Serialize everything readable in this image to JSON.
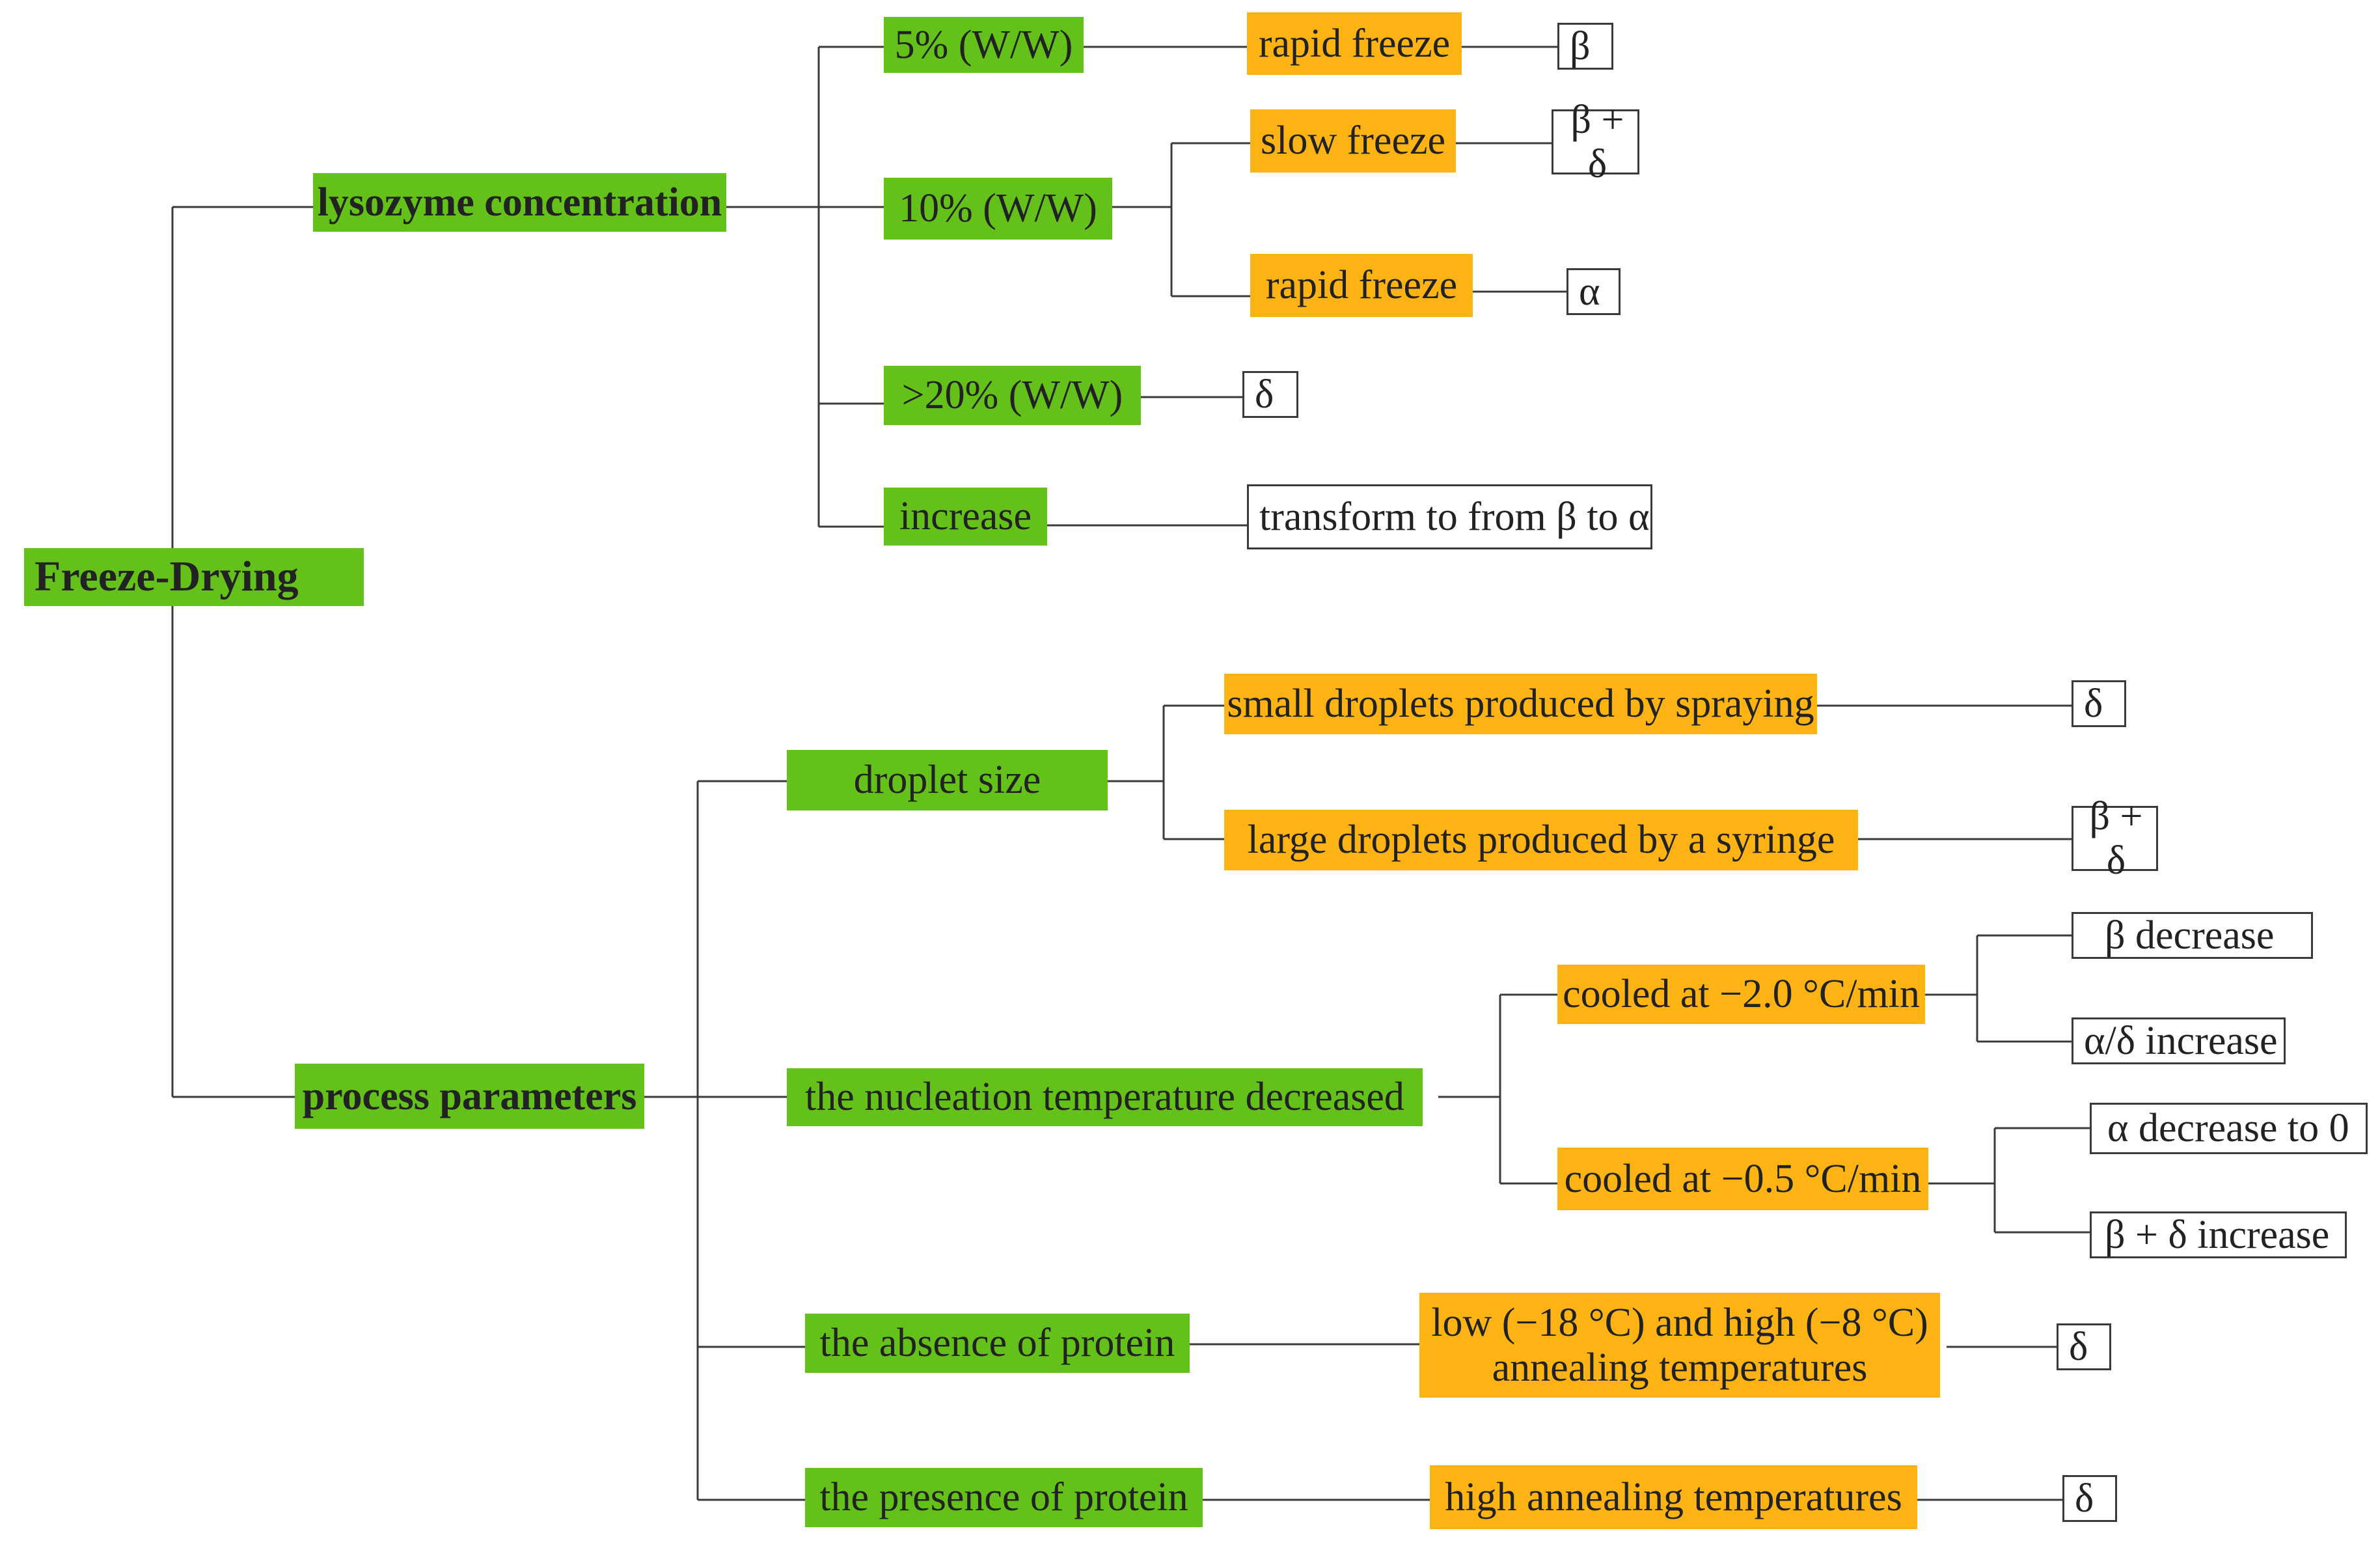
{
  "root": {
    "label": "Freeze-Drying"
  },
  "categories": {
    "lysozyme": "lysozyme concentration",
    "process": "process parameters"
  },
  "conditions": {
    "c5": "5% (W/W)",
    "c10": "10% (W/W)",
    "c20": ">20% (W/W)",
    "inc": "increase",
    "droplet": "droplet size",
    "nucleation": "the nucleation temperature decreased",
    "absence": "the absence of protein",
    "presence": "the presence of protein"
  },
  "methods": {
    "rapid1": "rapid freeze",
    "slow": "slow freeze",
    "rapid2": "rapid freeze",
    "small": "small droplets produced by spraying",
    "large": "large droplets produced by  a syringe",
    "cool2": "cooled at −2.0 °C/min",
    "cool05": "cooled at −0.5 °C/min",
    "lowhigh": "low (−18 °C) and high (−8 °C)\nannealing temperatures",
    "high": "high  annealing temperatures"
  },
  "outcomes": {
    "o1": "β",
    "o2": "β + δ",
    "o3": "α",
    "o4": "δ",
    "o5": "transform to from β to α",
    "o6": "δ",
    "o7": "β + δ",
    "o8": "β  decrease",
    "o9": "α/δ increase",
    "o10": "α decrease to 0",
    "o11": "β + δ increase",
    "o12": "δ",
    "o13": "δ"
  },
  "colors": {
    "green": "#63c11a",
    "orange": "#fdb314",
    "line": "#3a3a3a"
  }
}
